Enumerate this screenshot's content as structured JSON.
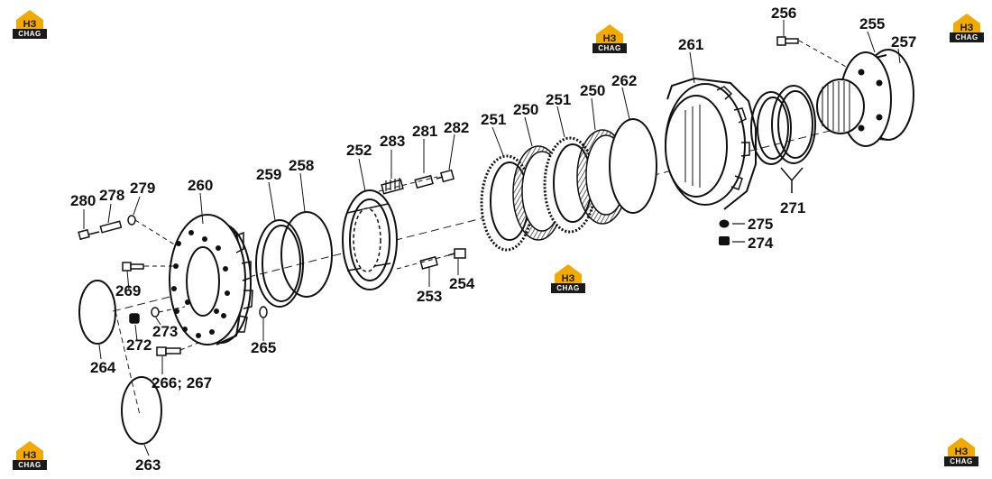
{
  "watermark": {
    "text": "CHAG",
    "brand": "НЗ",
    "color": "#f2a900"
  },
  "labels": {
    "p250a": "250",
    "p250b": "250",
    "p251a": "251",
    "p251b": "251",
    "p252": "252",
    "p253": "253",
    "p254": "254",
    "p255": "255",
    "p256": "256",
    "p257": "257",
    "p258": "258",
    "p259": "259",
    "p260": "260",
    "p261": "261",
    "p262": "262",
    "p263": "263",
    "p264": "264",
    "p265": "265",
    "p266_267": "266; 267",
    "p269": "269",
    "p271": "271",
    "p272": "272",
    "p273": "273",
    "p274": "274",
    "p275": "275",
    "p278": "278",
    "p279": "279",
    "p280": "280",
    "p281": "281",
    "p282": "282",
    "p283": "283"
  }
}
